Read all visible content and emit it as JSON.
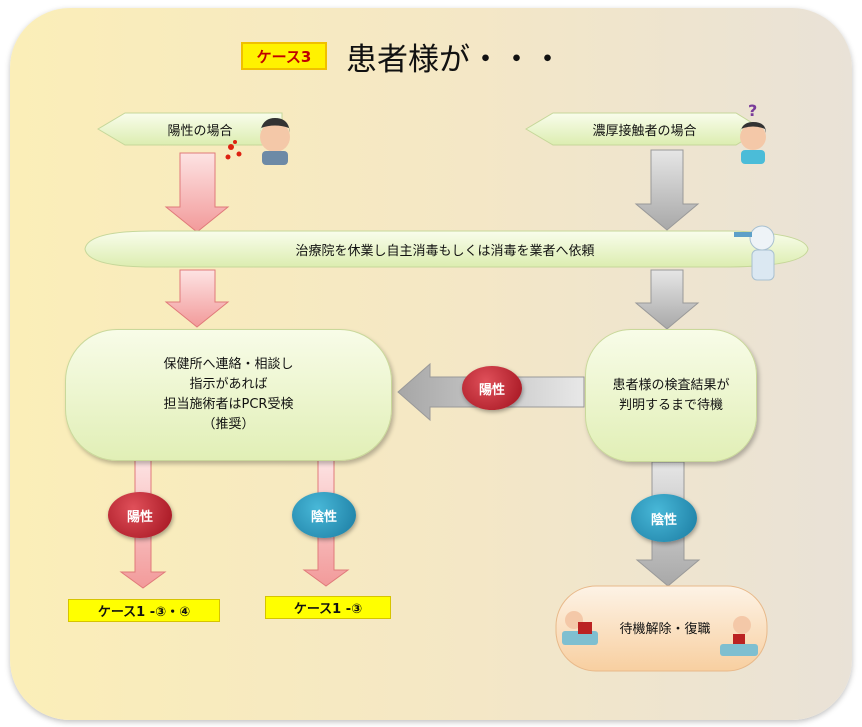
{
  "title": {
    "tag": "ケース3",
    "text": "患者様が・・・"
  },
  "top_left_label": "陽性の場合",
  "top_right_label": "濃厚接触者の場合",
  "wide_banner": "治療院を休業し自主消毒もしくは消毒を業者へ依頼",
  "left_box": {
    "lines": [
      "保健所へ連絡・相談し",
      "指示があれば",
      "担当施術者はPCR受検",
      "（推奨）"
    ]
  },
  "right_box": {
    "lines": [
      "患者様の検査結果が",
      "判明するまで待機"
    ]
  },
  "middle_badge": "陽性",
  "left_positive_badge": "陽性",
  "left_negative_badge": "陰性",
  "right_negative_badge": "陰性",
  "result_left": "ケース1 -③・④",
  "result_mid": "ケース1 -③",
  "final_box": "待機解除・復職",
  "colors": {
    "positive_red": "#c0202c",
    "negative_blue": "#2a93bd",
    "pink_arrow": "#f7a3a3",
    "gray_arrow": "#bdbdbd"
  }
}
